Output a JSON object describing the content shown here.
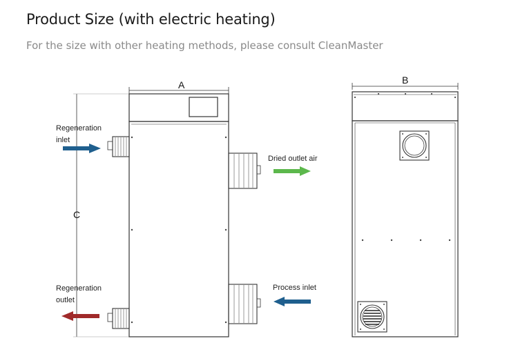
{
  "header": {
    "title": "Product Size (with electric heating)",
    "subtitle": "For the size with other heating methods, please consult CleanMaster"
  },
  "dimensions": {
    "width": "A",
    "depth": "B",
    "height": "C"
  },
  "ports": {
    "regeneration_inlet_line1": "Regeneration",
    "regeneration_inlet_line2": "inlet",
    "regeneration_outlet_line1": "Regeneration",
    "regeneration_outlet_line2": "outlet",
    "dried_outlet_air": "Dried outlet air",
    "process_inlet": "Process inlet"
  },
  "colors": {
    "inlet_arrow": "#1f5f8e",
    "dried_outlet_arrow": "#5cb84c",
    "regeneration_outlet_arrow": "#a02a2a",
    "line": "#333333"
  }
}
